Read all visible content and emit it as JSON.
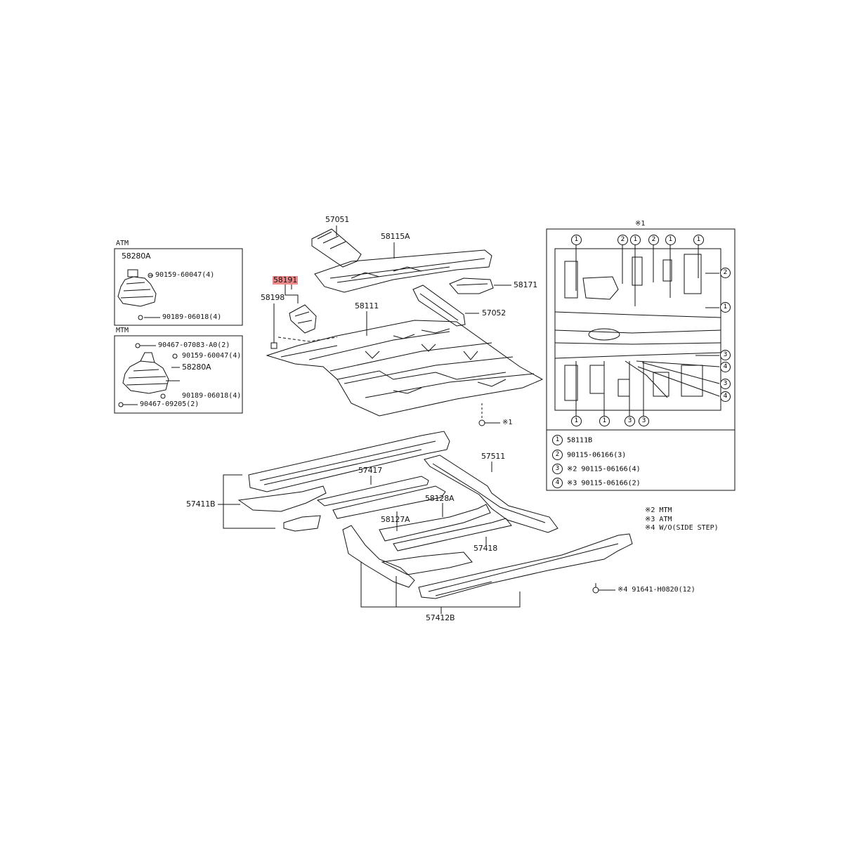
{
  "colors": {
    "line": "#111111",
    "highlight": "#f08a8a",
    "background": "#ffffff"
  },
  "atm_box": {
    "title": "ATM",
    "part_boot": "58280A",
    "bolt1": "90159-60047(4)",
    "bolt2": "90189-06018(4)"
  },
  "mtm_box": {
    "title": "MTM",
    "bolt_a": "90467-07083-A0(2)",
    "bolt1": "90159-60047(4)",
    "part_boot": "58280A",
    "bolt2": "90189-06018(4)",
    "bolt_b": "90467-09205(2)"
  },
  "parts": {
    "p57051": "57051",
    "p58115A": "58115A",
    "p58191": "58191",
    "p58198": "58198",
    "p58171": "58171",
    "p58111": "58111",
    "p57052": "57052",
    "ref_bolt": "※1",
    "p57417": "57417",
    "p57511": "57511",
    "p57411B": "57411B",
    "p58128A": "58128A",
    "p58127A": "58127A",
    "p57418": "57418",
    "p57412B": "57412B",
    "side_bolt": "※4 91641-H0820(12)"
  },
  "inset": {
    "ref": "※1",
    "legend": [
      {
        "num": "1",
        "text": "58111B"
      },
      {
        "num": "2",
        "text": "90115-06166(3)"
      },
      {
        "num": "3",
        "text": "※2 90115-06166(4)"
      },
      {
        "num": "4",
        "text": "※3 90115-06166(2)"
      }
    ]
  },
  "notes": [
    "※2 MTM",
    "※3 ATM",
    "※4 W/O(SIDE STEP)"
  ]
}
